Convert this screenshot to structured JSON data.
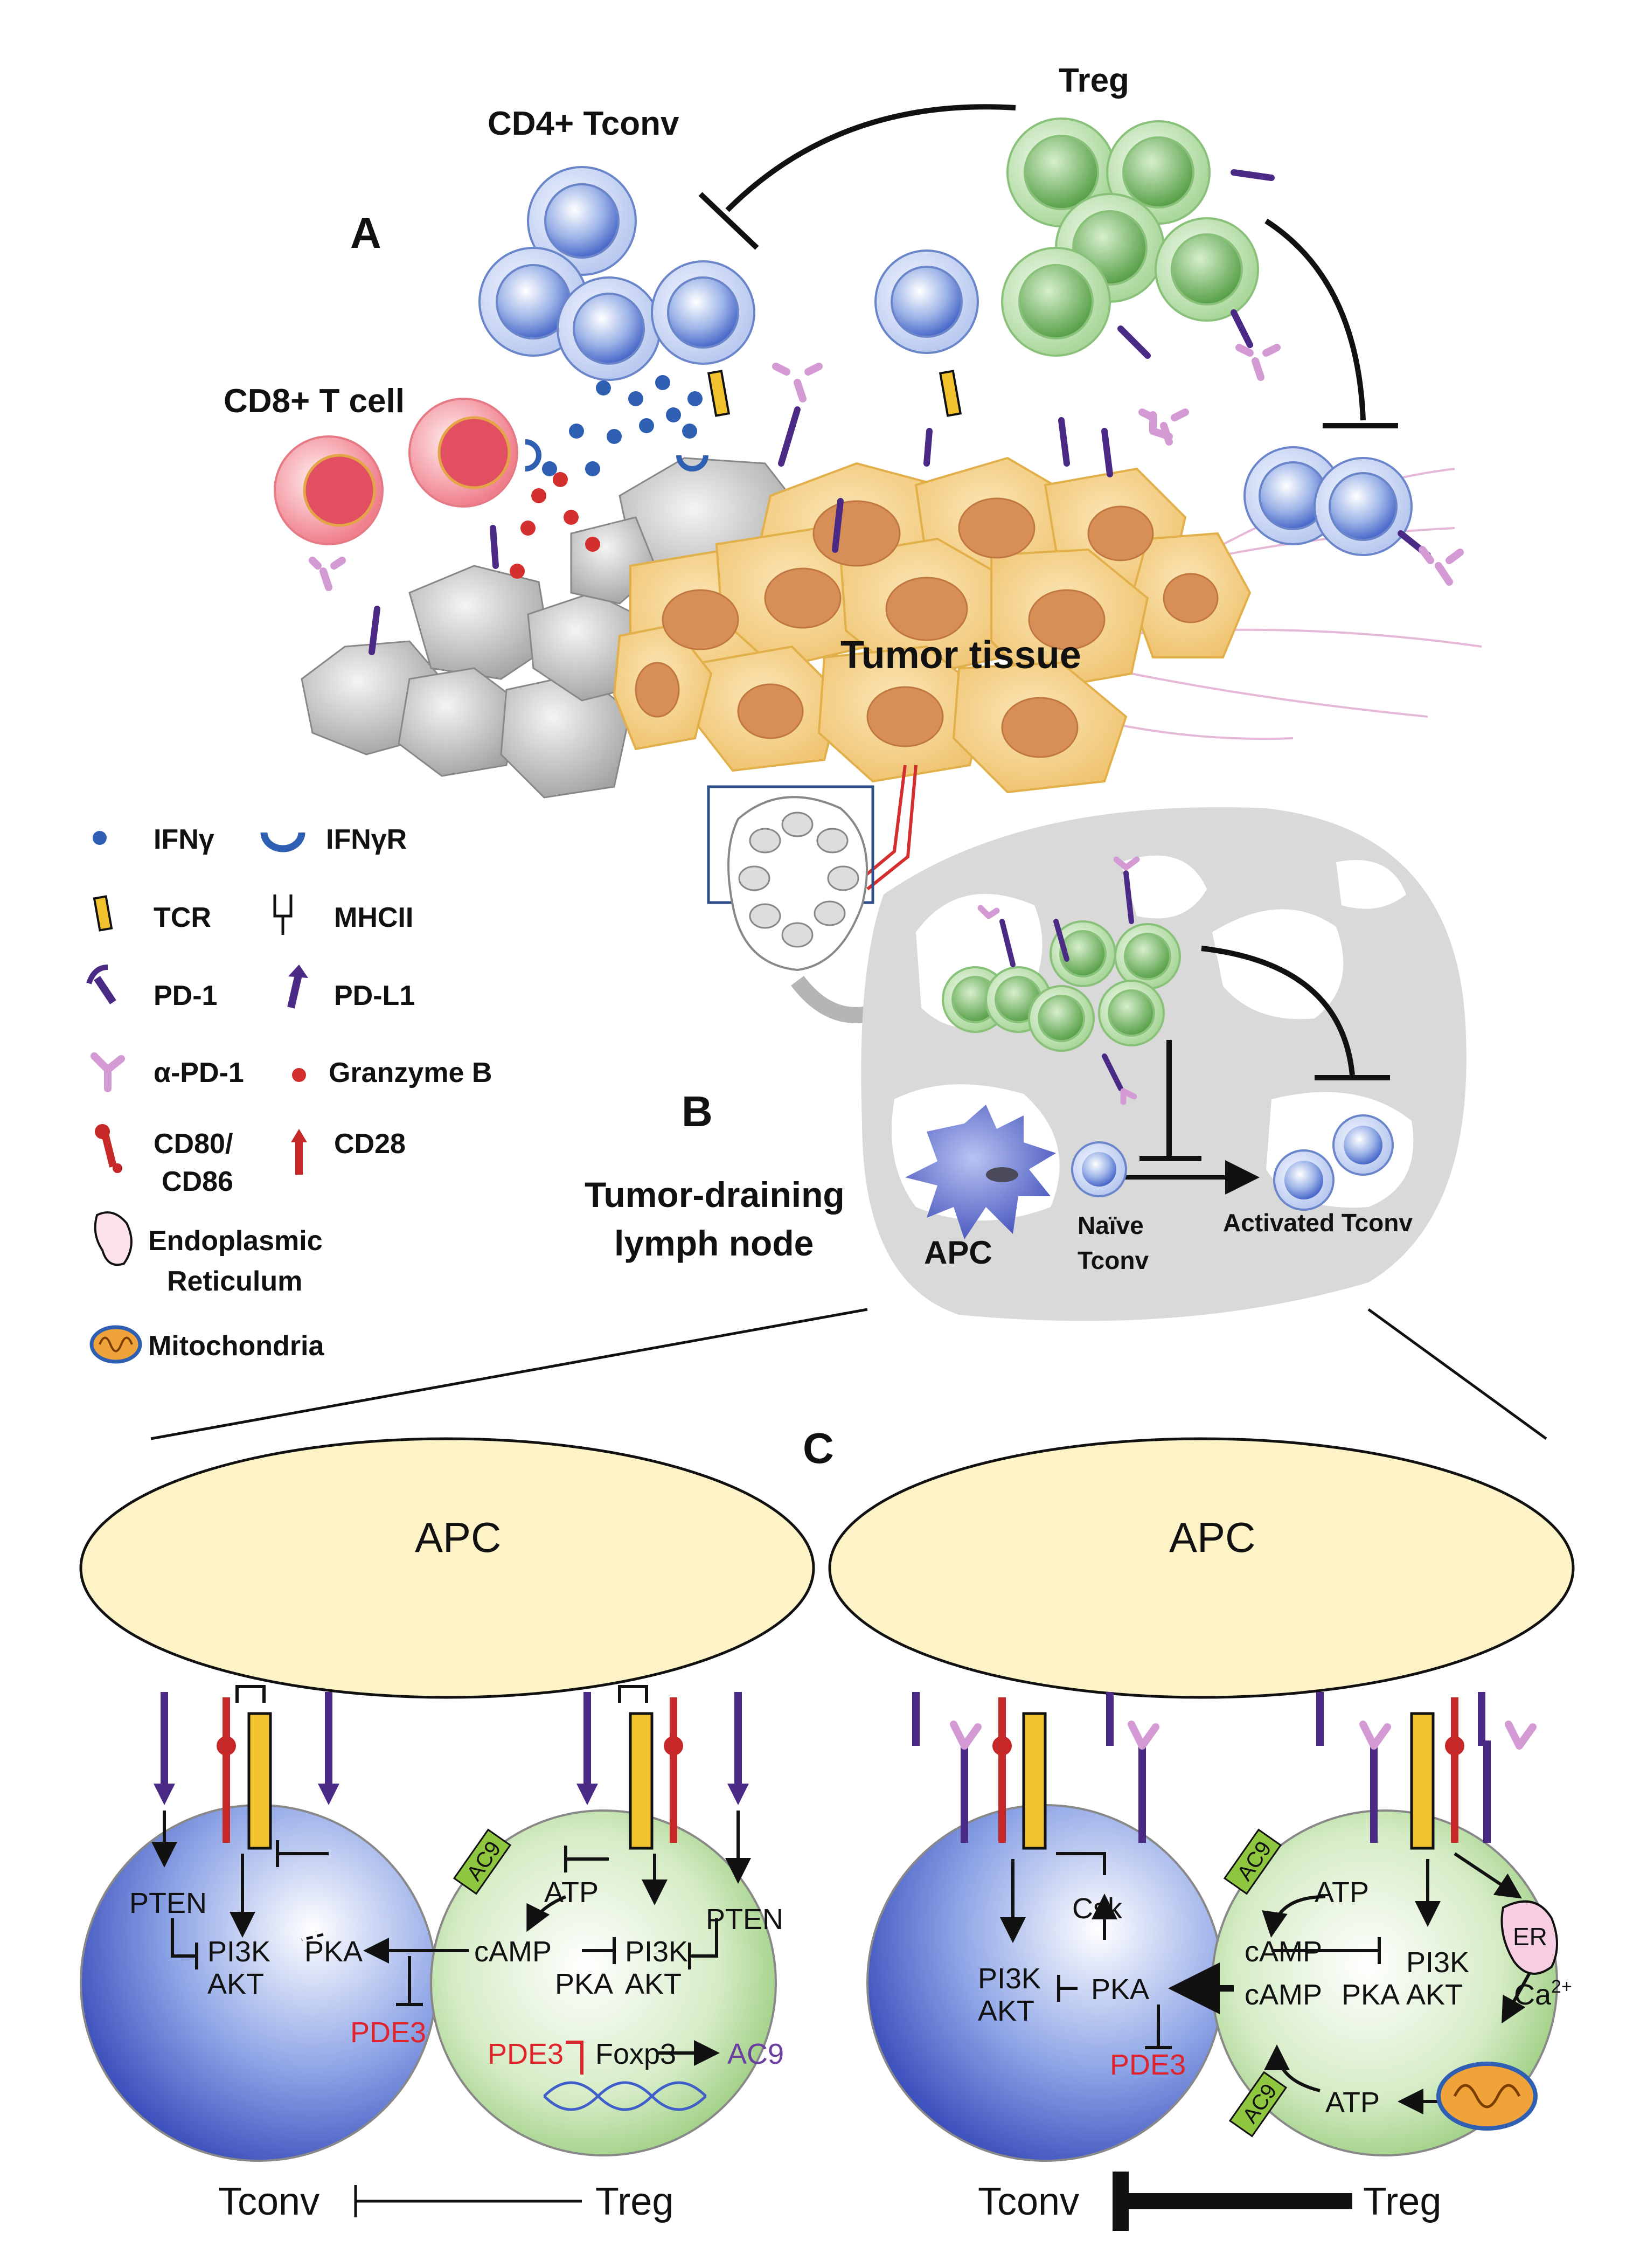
{
  "panel_letters": {
    "a": "A",
    "b": "B",
    "c": "C"
  },
  "panel_a": {
    "treg": "Treg",
    "cd4": "CD4+ Tconv",
    "cd8": "CD8+ T cell",
    "tumor": "Tumor tissue"
  },
  "legend": [
    {
      "key": "ifng",
      "label": "IFNγ"
    },
    {
      "key": "ifngr",
      "label": "IFNγR"
    },
    {
      "key": "tcr",
      "label": "TCR"
    },
    {
      "key": "mhcii",
      "label": "MHCII"
    },
    {
      "key": "pd1",
      "label": "PD-1"
    },
    {
      "key": "pdl1",
      "label": "PD-L1"
    },
    {
      "key": "apd1",
      "label": "α-PD-1"
    },
    {
      "key": "granzyme",
      "label": "Granzyme B"
    },
    {
      "key": "cd80",
      "label1": "CD80/",
      "label2": "CD86"
    },
    {
      "key": "cd28",
      "label": "CD28"
    },
    {
      "key": "er",
      "label1": "Endoplasmic",
      "label2": "Reticulum"
    },
    {
      "key": "mito",
      "label": "Mitochondria"
    }
  ],
  "panel_b": {
    "title1": "Tumor-draining",
    "title2": "lymph node",
    "apc": "APC",
    "naive1": "Naïve",
    "naive2": "Tconv",
    "activated": "Activated Tconv"
  },
  "panel_c": {
    "apc": "APC",
    "left": {
      "pten_l": "PTEN",
      "pi3k_l": "PI3K",
      "akt_l": "AKT",
      "pka_l": "PKA",
      "pde3_l": "PDE3",
      "camp": "cAMP",
      "atp": "ATP",
      "ac9": "AC9",
      "pka_r": "PKA",
      "pi3k_r": "PI3K",
      "akt_r": "AKT",
      "pten_r": "PTEN",
      "pde3_r": "PDE3",
      "foxp3": "Foxp3",
      "ac9_r": "AC9",
      "tconv": "Tconv",
      "treg": "Treg"
    },
    "right": {
      "csk": "Csk",
      "pi3k_l": "PI3K",
      "akt_l": "AKT",
      "pka_l": "PKA",
      "pde3": "PDE3",
      "ac9_top": "AC9",
      "atp_top": "ATP",
      "camp_top": "cAMP",
      "camp_bot": "cAMP",
      "pka_r": "PKA",
      "pi3k_r": "PI3K",
      "akt_r": "AKT",
      "er": "ER",
      "ca": "Ca",
      "ca_sup": "2+",
      "ac9_bot": "AC9",
      "atp_bot": "ATP",
      "tconv": "Tconv",
      "treg": "Treg"
    }
  },
  "colors": {
    "pd1": "#4b2a86",
    "apd1": "#d49ad4",
    "tcr": "#f2c12e",
    "cd28": "#c62828",
    "ifng": "#2f5fb3",
    "granzyme": "#d32f2f",
    "pde3": "#e0242b",
    "ac9_fill": "#8ec63f",
    "ac9_text": "#6b3fa0"
  }
}
